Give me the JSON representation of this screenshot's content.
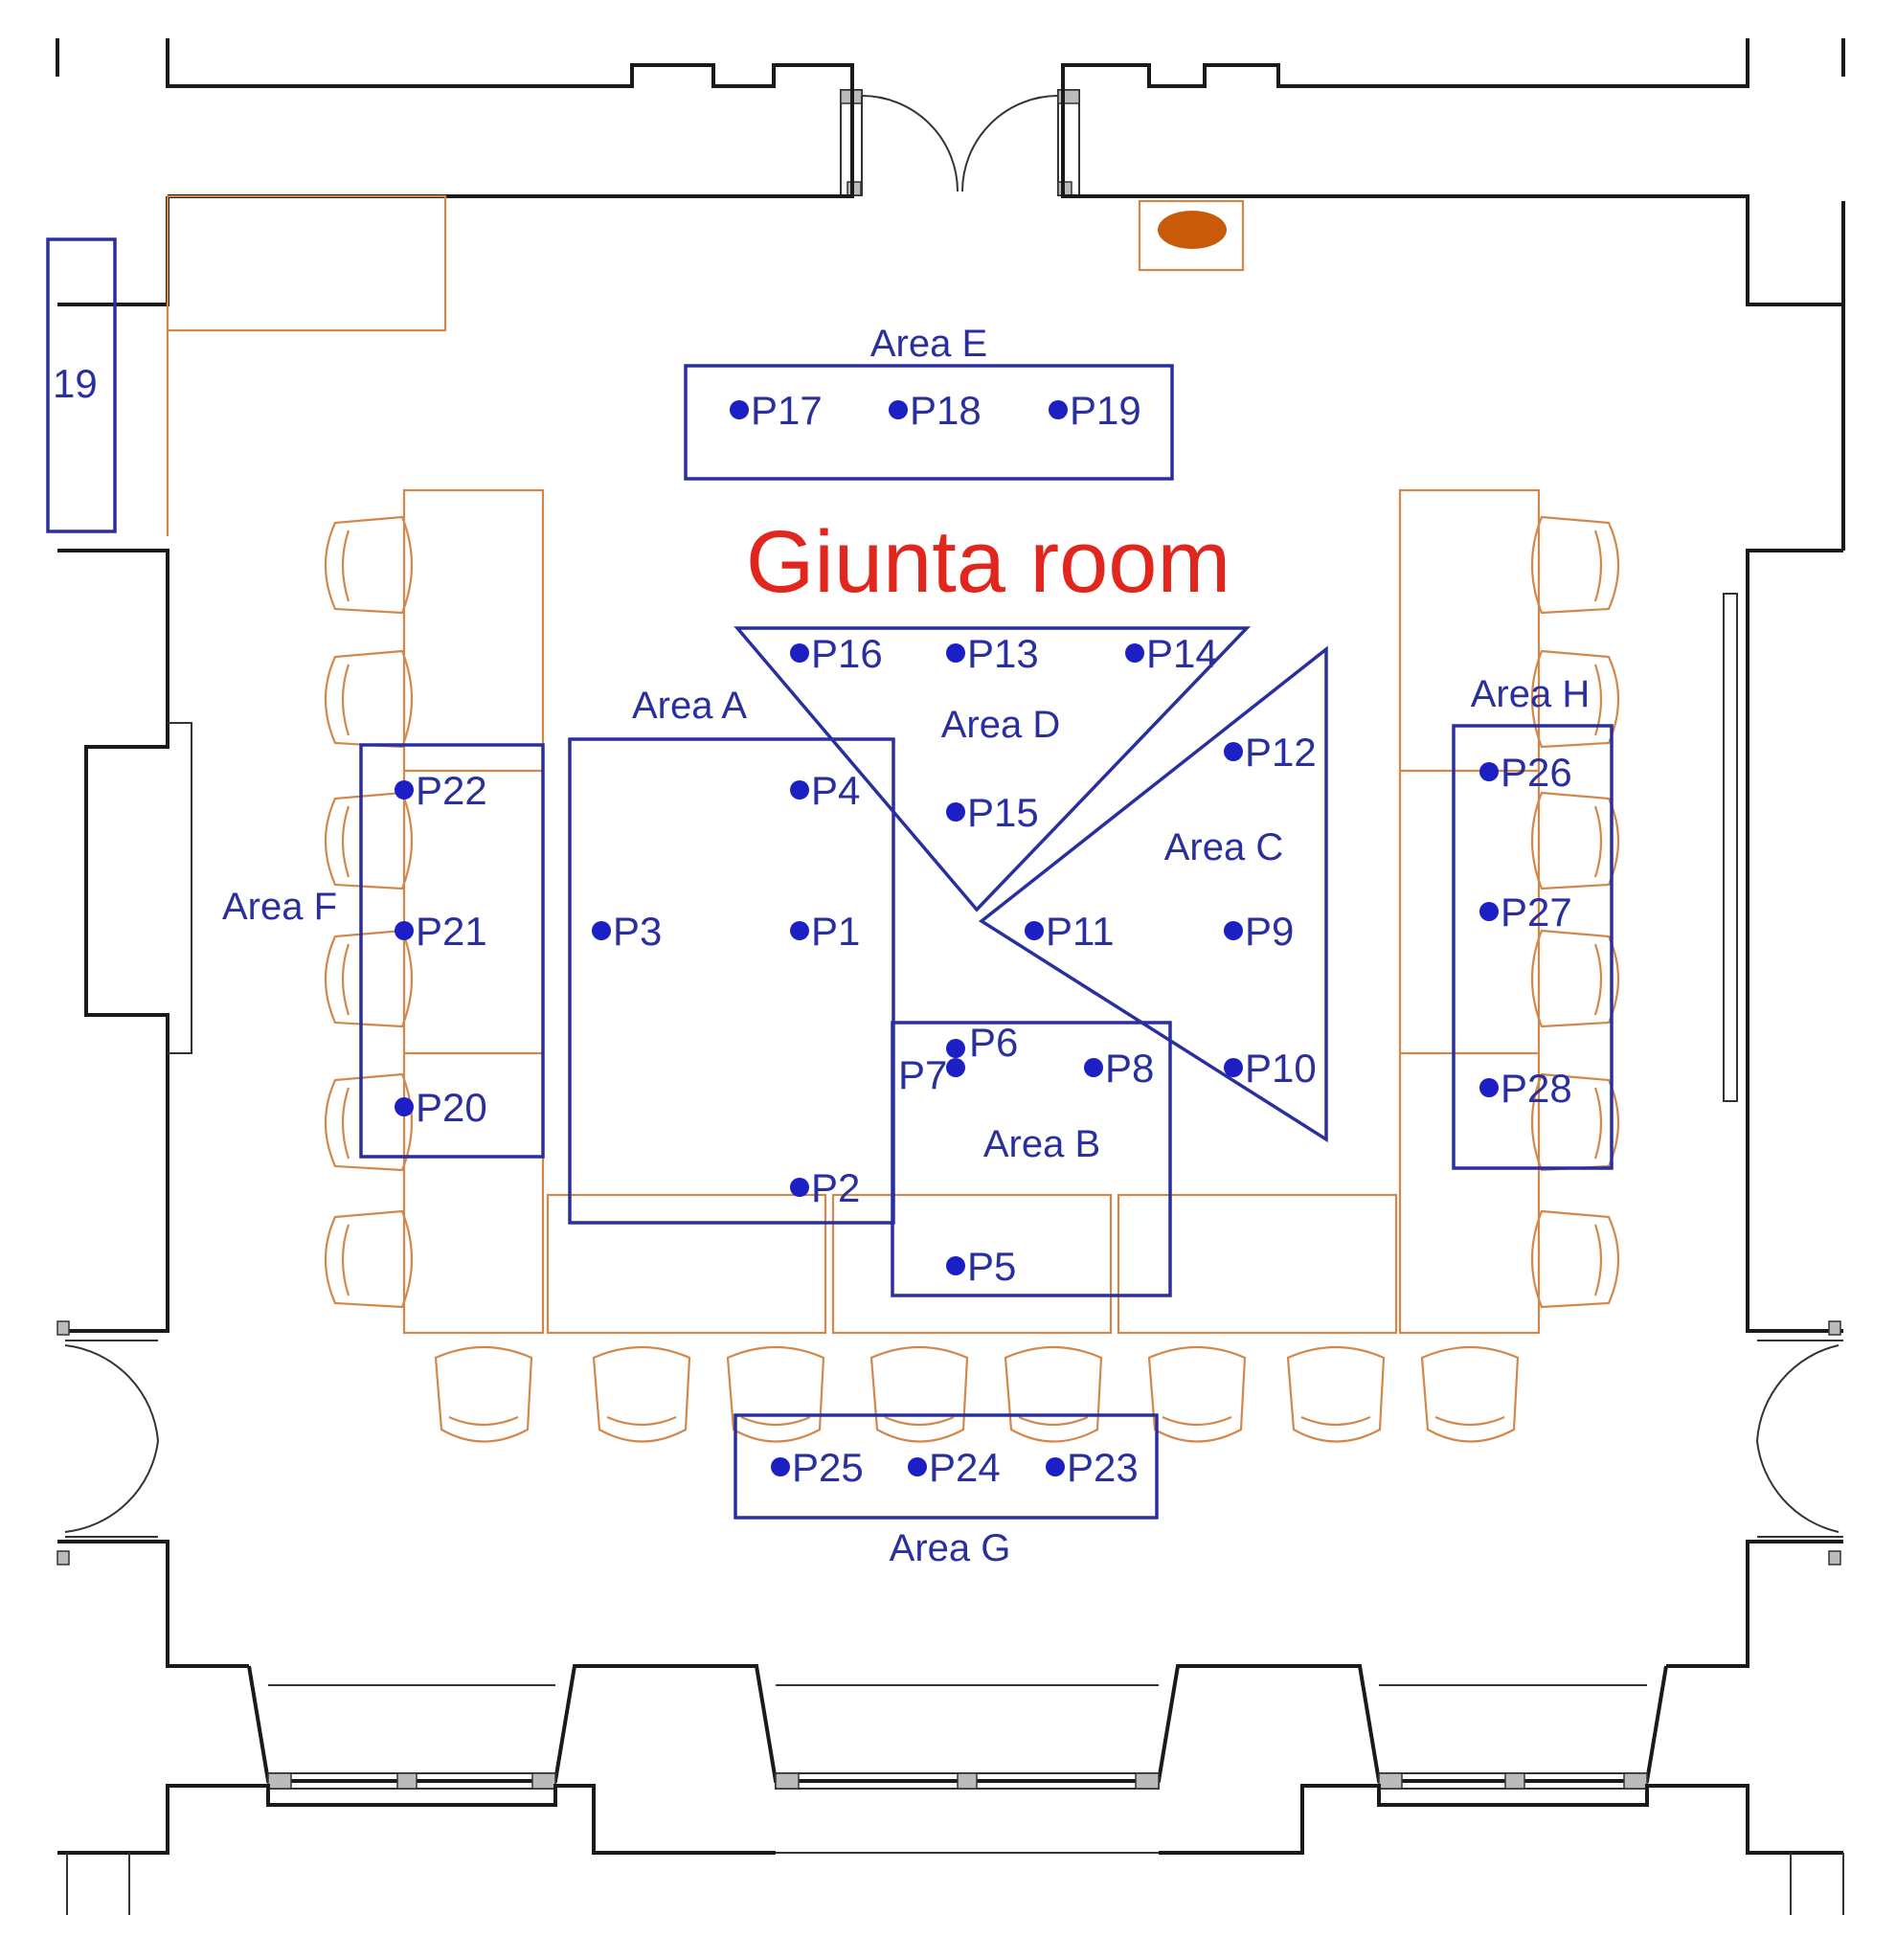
{
  "title": "Giunta room",
  "cut_label": "19",
  "areas": {
    "a": "Area A",
    "b": "Area B",
    "c": "Area C",
    "d": "Area D",
    "e": "Area E",
    "f": "Area F",
    "g": "Area G",
    "h": "Area H"
  },
  "points": {
    "p1": "P1",
    "p2": "P2",
    "p3": "P3",
    "p4": "P4",
    "p5": "P5",
    "p6": "P6",
    "p7": "P7",
    "p8": "P8",
    "p9": "P9",
    "p10": "P10",
    "p11": "P11",
    "p12": "P12",
    "p13": "P13",
    "p14": "P14",
    "p15": "P15",
    "p16": "P16",
    "p17": "P17",
    "p18": "P18",
    "p19": "P19",
    "p20": "P20",
    "p21": "P21",
    "p22": "P22",
    "p23": "P23",
    "p24": "P24",
    "p25": "P25",
    "p26": "P26",
    "p27": "P27",
    "p28": "P28"
  },
  "colors": {
    "walls": "#1a1a1a",
    "furniture": "#d2884a",
    "areas": "#2a2f9e",
    "points": "#1b1fc4",
    "title": "#e0261d",
    "sensor": "#c85a0a"
  }
}
